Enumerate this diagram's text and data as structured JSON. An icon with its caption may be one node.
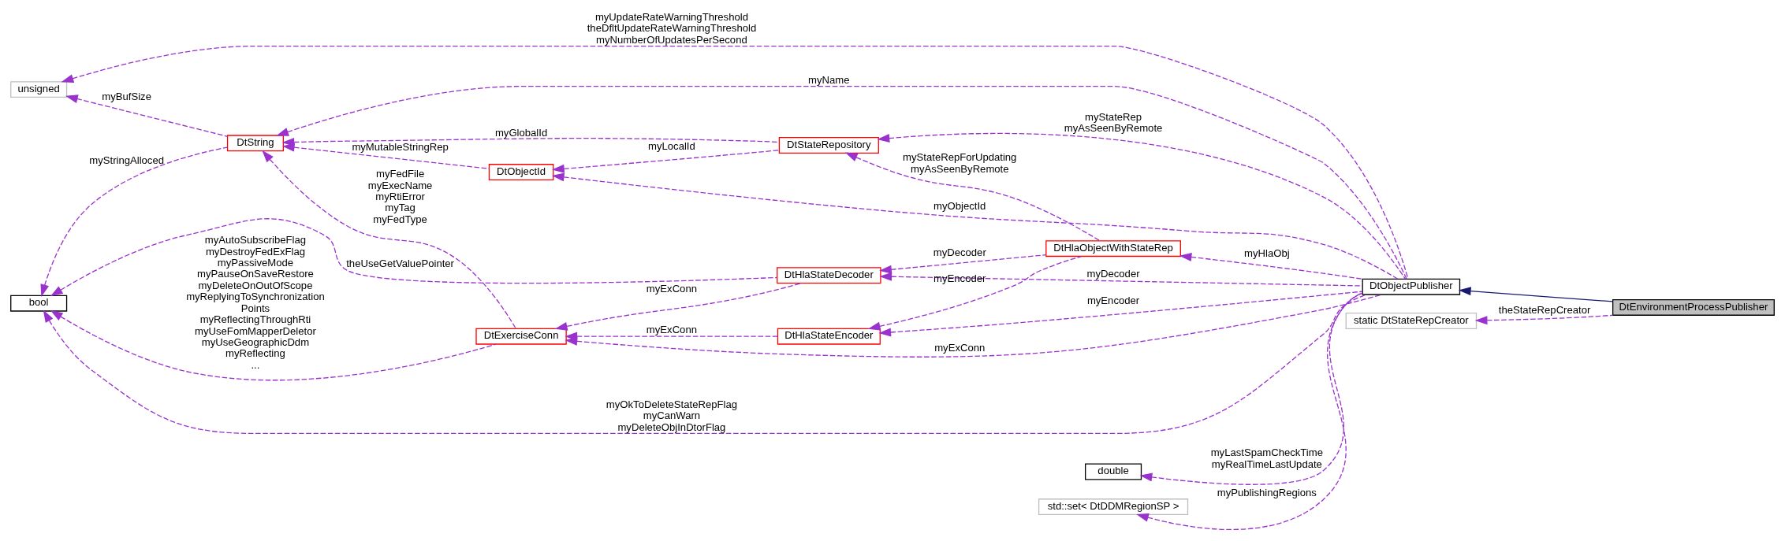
{
  "diagram": {
    "nodes": [
      {
        "text": [
          "DtEnvironmentProcessPublisher"
        ]
      },
      {
        "text": [
          "DtObjectPublisher"
        ]
      },
      {
        "text": [
          "static DtStateRepCreator"
        ]
      },
      {
        "text": [
          "unsigned"
        ]
      },
      {
        "text": [
          "bool"
        ]
      },
      {
        "text": [
          "DtString"
        ]
      },
      {
        "text": [
          "DtObjectId"
        ]
      },
      {
        "text": [
          "DtStateRepository"
        ]
      },
      {
        "text": [
          "DtHlaStateDecoder"
        ]
      },
      {
        "text": [
          "DtHlaObjectWithStateRep"
        ]
      },
      {
        "text": [
          "DtHlaStateEncoder"
        ]
      },
      {
        "text": [
          "DtExerciseConn"
        ]
      },
      {
        "text": [
          "double"
        ]
      },
      {
        "text": [
          "std::set< DtDDMRegionSP >"
        ]
      }
    ],
    "edges": [
      {
        "from": 0,
        "to": 1,
        "arrow": "to",
        "color": "#191970"
      },
      {
        "from": 0,
        "to": 2,
        "arrow": "to",
        "label": "theStateRepCreator",
        "style": "dashed"
      },
      {
        "from": 1,
        "to": 3,
        "arrow": "to",
        "label": "myUpdateRateWarningThreshold theDfltUpdateRateWarningThreshold myNumberOfUpdatesPerSecond",
        "style": "dashed"
      },
      {
        "from": 5,
        "to": 3,
        "arrow": "to",
        "label": "myBufSize",
        "style": "dashed"
      },
      {
        "from": 5,
        "to": 4,
        "arrow": "to",
        "label": "myStringAlloced",
        "style": "dashed"
      },
      {
        "from": 6,
        "to": 5,
        "arrow": "to",
        "label": "myMutableStringRep",
        "style": "dashed"
      },
      {
        "from": 7,
        "to": 6,
        "arrow": "to",
        "label": "myLocalId",
        "style": "dashed"
      },
      {
        "from": 1,
        "to": 6,
        "arrow": "to",
        "label": "myObjectId",
        "style": "dashed"
      },
      {
        "from": 7,
        "to": 5,
        "arrow": "to",
        "label": "myGlobalId",
        "style": "dashed"
      },
      {
        "from": 1,
        "to": 7,
        "arrow": "to",
        "label": "myStateRep myAsSeenByRemote",
        "style": "dashed"
      },
      {
        "from": 1,
        "to": 5,
        "arrow": "to",
        "label": "myName",
        "style": "dashed"
      },
      {
        "from": 9,
        "to": 7,
        "arrow": "to",
        "label": "myStateRepForUpdating myAsSeenByRemote",
        "style": "dashed"
      },
      {
        "from": 8,
        "to": 4,
        "arrow": "to",
        "label": "theUseGetValuePointer",
        "style": "dashed"
      },
      {
        "from": 11,
        "to": 5,
        "arrow": "to",
        "label": "myFedFile myExecName myRtiError myTag myFedType",
        "style": "dashed"
      },
      {
        "from": 11,
        "to": 4,
        "arrow": "to",
        "label": "myAutoSubscribeFlag myDestroyFedExFlag myPassiveMode myPauseOnSaveRestore myDeleteOnOutOfScope myReplyingToSynchronization Points myReflectingThroughRti myUseFomMapperDeletor myUseGeographicDdm myReflecting ...",
        "style": "dashed"
      },
      {
        "from": 8,
        "to": 11,
        "arrow": "to",
        "label": "myExConn",
        "style": "dashed"
      },
      {
        "from": 10,
        "to": 11,
        "arrow": "to",
        "label": "myExConn",
        "style": "dashed"
      },
      {
        "from": 1,
        "to": 8,
        "arrow": "to",
        "label": "myDecoder",
        "style": "dashed"
      },
      {
        "from": 9,
        "to": 8,
        "arrow": "to",
        "label": "myDecoder",
        "style": "dashed"
      },
      {
        "from": 1,
        "to": 9,
        "arrow": "to",
        "label": "myHlaObj",
        "style": "dashed"
      },
      {
        "from": 9,
        "to": 10,
        "arrow": "to",
        "label": "myEncoder",
        "style": "dashed"
      },
      {
        "from": 1,
        "to": 10,
        "arrow": "to",
        "label": "myEncoder",
        "style": "dashed"
      },
      {
        "from": 1,
        "to": 12,
        "arrow": "to",
        "label": "myLastSpamCheckTime myRealTimeLastUpdate",
        "style": "dashed"
      },
      {
        "from": 1,
        "to": 13,
        "arrow": "to",
        "label": "myPublishingRegions",
        "style": "dashed"
      },
      {
        "from": 1,
        "to": 11,
        "arrow": "to",
        "label": "myExConn",
        "style": "dashed"
      },
      {
        "from": 1,
        "to": 4,
        "arrow": "to",
        "label": "myOkToDeleteStateRepFlag myCanWarn myDeleteObjInDtorFlag",
        "style": "dashed"
      }
    ]
  }
}
